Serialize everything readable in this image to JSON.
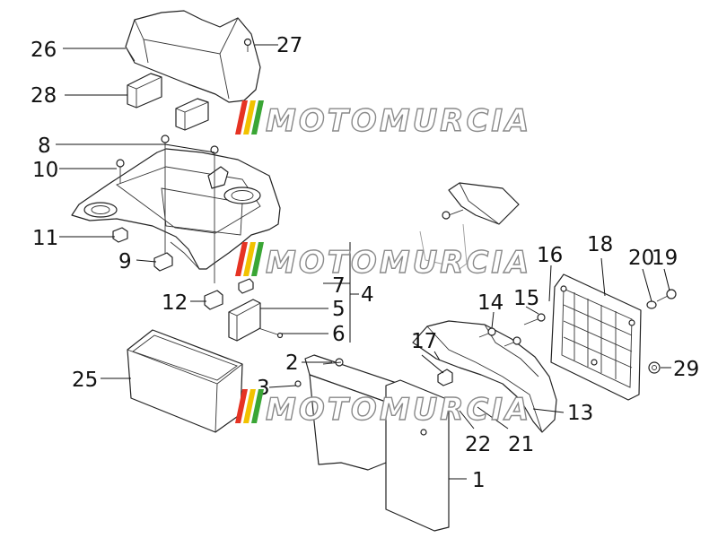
{
  "diagram": {
    "callouts": {
      "c1": "1",
      "c2": "2",
      "c3": "3",
      "c4": "4",
      "c5": "5",
      "c6": "6",
      "c7": "7",
      "c8": "8",
      "c9": "9",
      "c10": "10",
      "c11": "11",
      "c12": "12",
      "c13": "13",
      "c14": "14",
      "c15": "15",
      "c16": "16",
      "c17": "17",
      "c18": "18",
      "c19": "19",
      "c20": "20",
      "c21": "21",
      "c22": "22",
      "c25": "25",
      "c26": "26",
      "c27": "27",
      "c28": "28",
      "c29": "29"
    },
    "watermark": {
      "text": "MOTOMURCIA",
      "colors": {
        "stripe_red": "#e63323",
        "stripe_yellow": "#f2c200",
        "stripe_green": "#3aa635",
        "text_fill": "#ffffff",
        "text_stroke": "#8a8a8a"
      }
    }
  }
}
